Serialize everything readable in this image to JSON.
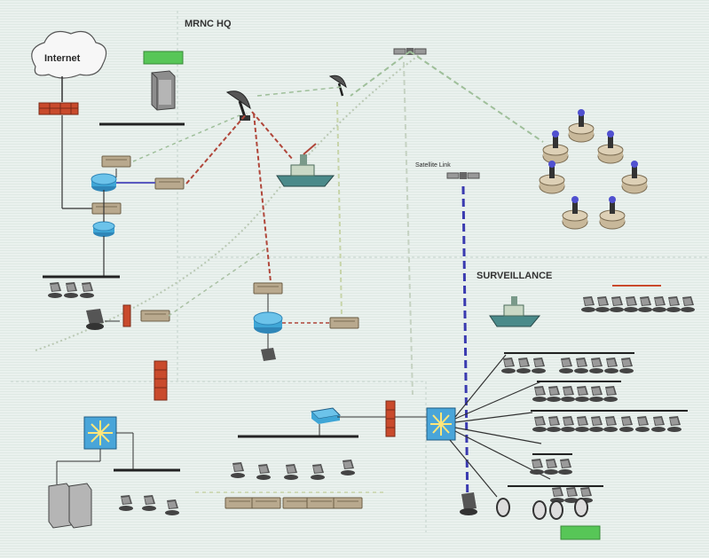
{
  "colors": {
    "background": "#eaf1ee",
    "grid": "#dfe9e4",
    "line_dark": "#333333",
    "link_red": "#b0463a",
    "link_green": "#9fbf9a",
    "link_blue": "#3a3ab0",
    "firewall": "#c94a2c",
    "badge_green": "#57c657",
    "router": "#3fa6d6",
    "switch_l3": "#49a5d9",
    "ship": "#4a8a8a"
  },
  "labels": {
    "hq_title": "MRNC HQ",
    "internet": "Internet",
    "satellite_link": "Satellite Link",
    "surveillance": "SURVEILLANCE"
  }
}
